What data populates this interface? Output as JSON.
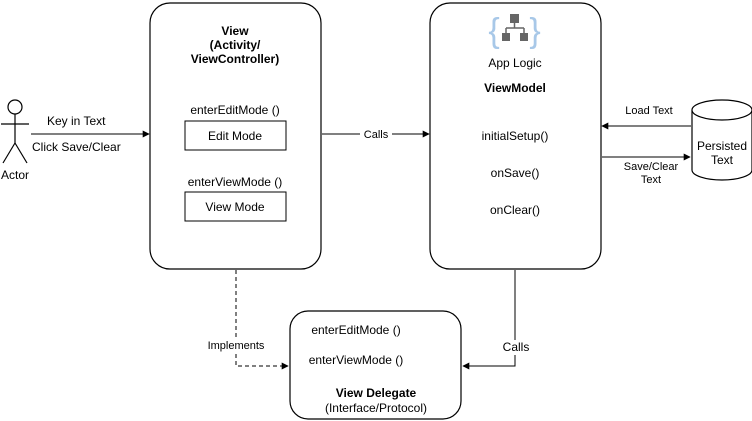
{
  "actor": {
    "label": "Actor"
  },
  "actor_to_view": {
    "label_top": "Key in Text",
    "label_bottom": "Click Save/Clear"
  },
  "view_box": {
    "title_line1": "View",
    "title_line2": "(Activity/",
    "title_line3": "ViewController)",
    "method_edit": "enterEditMode ()",
    "edit_mode_label": "Edit Mode",
    "method_view": "enterViewMode ()",
    "view_mode_label": "View Mode"
  },
  "view_to_viewmodel": {
    "label": "Calls"
  },
  "viewmodel_box": {
    "icon": "app-logic-icon",
    "subtitle": "App Logic",
    "title": "ViewModel",
    "method_setup": "initialSetup()",
    "method_save": "onSave()",
    "method_clear": "onClear()"
  },
  "storage": {
    "label_line1": "Persisted",
    "label_line2": "Text",
    "load_label": "Load Text",
    "save_label_line1": "Save/Clear",
    "save_label_line2": "Text"
  },
  "view_delegate_box": {
    "method_edit": "enterEditMode ()",
    "method_view": "enterViewMode ()",
    "title": "View Delegate",
    "subtitle": "(Interface/Protocol)"
  },
  "implements_label": "Implements",
  "viewmodel_to_delegate": {
    "label": "Calls"
  },
  "colors": {
    "stroke": "#000000",
    "icon_accent": "#a8c8e8",
    "icon_gray": "#666666"
  }
}
